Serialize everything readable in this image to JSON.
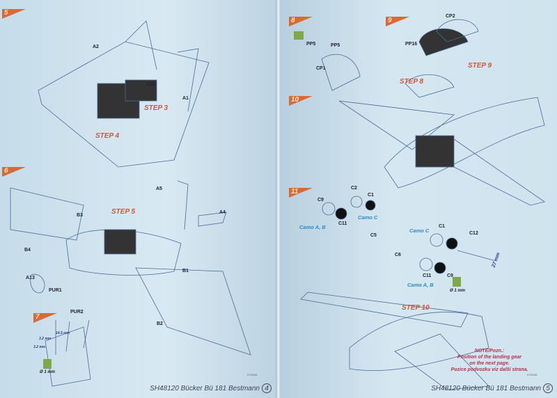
{
  "left_page": {
    "steps": [
      "5",
      "6",
      "7"
    ],
    "labels": {
      "a2": "A2",
      "a15": "A15",
      "a1": "A1",
      "a5": "A5",
      "b3": "B3",
      "a4": "A4",
      "b4": "B4",
      "a13": "A13",
      "pur1": "PUR1",
      "b1": "B1",
      "b2": "B2",
      "pur2": "PUR2"
    },
    "step_labels": {
      "step3": "STEP 3",
      "step4": "STEP 4",
      "step5": "STEP 5"
    },
    "dimensions": {
      "d1": "3.2 mm",
      "d2": "14.5 mm",
      "d3": "3.2 mm",
      "drill": "Ø 1 mm"
    },
    "footer": {
      "title": "SH48120 Bücker Bü 181 Bestmann",
      "date": "07/2016",
      "page": "4"
    }
  },
  "right_page": {
    "steps": [
      "8",
      "9",
      "10",
      "11"
    ],
    "labels": {
      "pp5a": "PP5",
      "pp5b": "PP5",
      "cp1": "CP1",
      "pp16": "PP16",
      "cp2": "CP2",
      "c2": "C2",
      "c1a": "C1",
      "c9a": "C9",
      "c11a": "C11",
      "c5": "C5",
      "c6": "C6",
      "c1b": "C1",
      "c12": "C12",
      "c9b": "C9",
      "c11b": "C11"
    },
    "step_labels": {
      "step9": "STEP 9",
      "step8": "STEP 8",
      "step10": "STEP 10"
    },
    "camo": {
      "ab1": "Camo A, B",
      "c1": "Camo C",
      "c2": "Camo C",
      "ab2": "Camo A, B"
    },
    "dimensions": {
      "span": "27 mm",
      "drill": "Ø 1 mm"
    },
    "note": {
      "title": "NOTE/Pozn.:",
      "line1": "Position of the landing gear",
      "line2": "on the next page.",
      "line3": "Pozice podvozku viz další strana."
    },
    "footer": {
      "title": "SH48120 Bücker Bü 181 Bestmann",
      "date": "07/2016",
      "page": "5"
    }
  },
  "colors": {
    "flag": "#d86a36",
    "step": "#d0553a",
    "camo": "#2a8bc4",
    "note": "#b8324a",
    "line": "#4a6a9a"
  }
}
